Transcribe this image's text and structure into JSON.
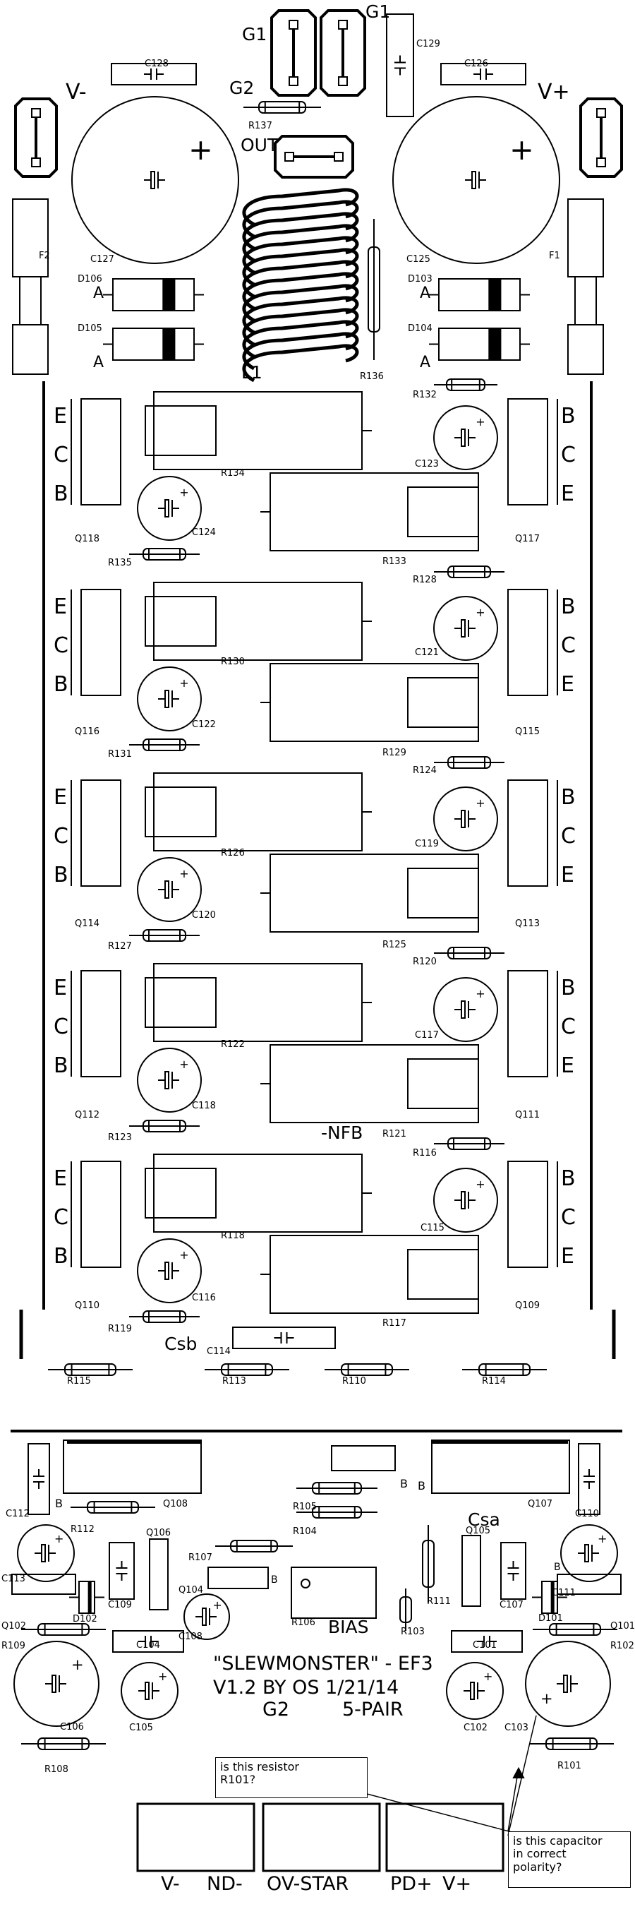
{
  "board": {
    "top_labels": {
      "g1_left": "G1",
      "g1_right": "G1",
      "g2": "G2",
      "out": "OUT",
      "v_minus": "V-",
      "v_plus": "V+",
      "l1": "L1",
      "nfb": "-NFB",
      "csb": "Csb",
      "csa": "Csa",
      "bias": "BIAS"
    },
    "title_block": {
      "line1": "\"SLEWMONSTER\" - EF3",
      "line2": "V1.2 BY OS 1/21/14",
      "line3": "G2",
      "line4": "5-PAIR"
    },
    "connector_labels": {
      "v_minus": "V-",
      "nd_minus": "ND-",
      "ov_star": "OV-STAR",
      "pd_plus": "PD+",
      "v_plus": "V+"
    },
    "notes": {
      "resistor_question": "is this resistor\nR101?",
      "capacitor_question": "is this capacitor\nin correct\npolarity?"
    },
    "pin_letters": [
      "E",
      "C",
      "B"
    ],
    "diode_anode": "A",
    "refs": {
      "C128": "C128",
      "C129": "C129",
      "C126": "C126",
      "R137": "R137",
      "F2": "F2",
      "F1": "F1",
      "C127": "C127",
      "C125": "C125",
      "D106": "D106",
      "D105": "D105",
      "D103": "D103",
      "D104": "D104",
      "R136": "R136",
      "R132": "R132",
      "R134": "R134",
      "C123": "C123",
      "Q118": "Q118",
      "C124": "C124",
      "R133": "R133",
      "Q117": "Q117",
      "R135": "R135",
      "R128": "R128",
      "R130": "R130",
      "C121": "C121",
      "Q116": "Q116",
      "C122": "C122",
      "R129": "R129",
      "Q115": "Q115",
      "R131": "R131",
      "R124": "R124",
      "R126": "R126",
      "C119": "C119",
      "Q114": "Q114",
      "C120": "C120",
      "R125": "R125",
      "Q113": "Q113",
      "R127": "R127",
      "R120": "R120",
      "R122": "R122",
      "C117": "C117",
      "Q112": "Q112",
      "C118": "C118",
      "R121": "R121",
      "Q111": "Q111",
      "R123": "R123",
      "R116": "R116",
      "R118": "R118",
      "C115": "C115",
      "Q110": "Q110",
      "C116": "C116",
      "R117": "R117",
      "Q109": "Q109",
      "R119": "R119",
      "C114": "C114",
      "R115": "R115",
      "R113": "R113",
      "R110": "R110",
      "R114": "R114",
      "C112": "C112",
      "R112": "R112",
      "Q108": "Q108",
      "Q106": "Q106",
      "R105": "R105",
      "R104": "R104",
      "Q107": "Q107",
      "C110": "C110",
      "Q105": "Q105",
      "C113": "C113",
      "C109": "C109",
      "R107": "R107",
      "Q104": "Q104",
      "R111": "R111",
      "C107": "C107",
      "C111": "C111",
      "Q102": "Q102",
      "D102": "D102",
      "R106": "R106",
      "R103": "R103",
      "D101": "D101",
      "Q101": "Q101",
      "R109": "R109",
      "C104": "C104",
      "C108": "C108",
      "C101": "C101",
      "R102": "R102",
      "C106": "C106",
      "C105": "C105",
      "C102": "C102",
      "C103": "C103",
      "R108": "R108",
      "R101": "R101",
      "B": "B"
    }
  }
}
